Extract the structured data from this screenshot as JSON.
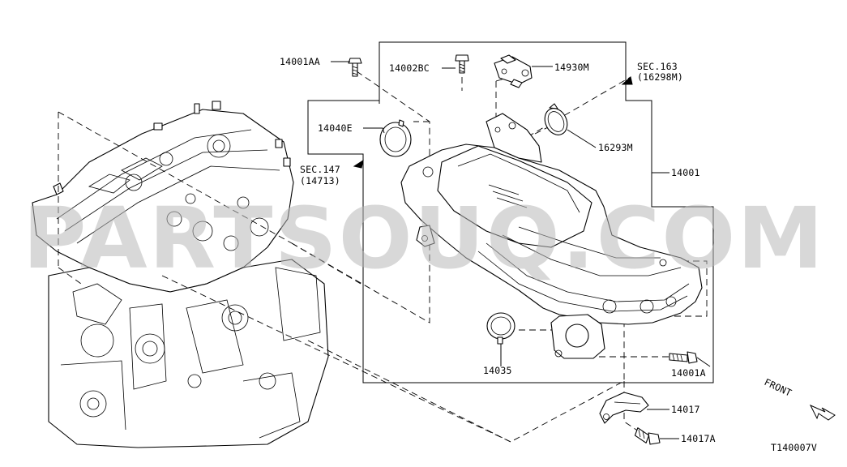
{
  "diagram": {
    "watermark": "PARTSOUQ.COM",
    "figure_code": "T140007V",
    "front_label": "FRONT",
    "labels": {
      "p14001AA": "14001AA",
      "p14002BC": "14002BC",
      "p14930M": "14930M",
      "sec163_line1": "SEC.163",
      "sec163_line2": "(16298M)",
      "p14040E": "14040E",
      "sec147_line1": "SEC.147",
      "sec147_line2": "(14713)",
      "p16293M": "16293M",
      "p14001": "14001",
      "p14035": "14035",
      "p14001A": "14001A",
      "p14017": "14017",
      "p14017A": "14017A"
    }
  }
}
